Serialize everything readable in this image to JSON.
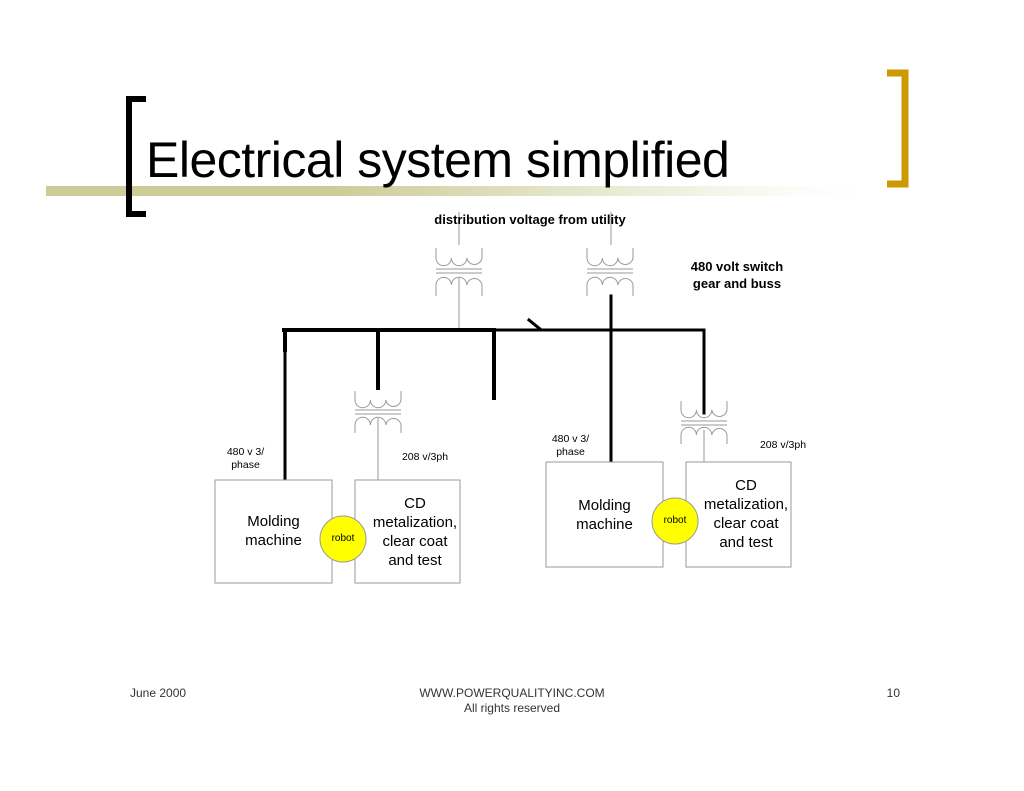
{
  "slide": {
    "title": "Electrical system simplified",
    "accent_colors": {
      "left_bracket": "#000000",
      "right_bracket": "#cc9900",
      "title_bar": "#cccc99",
      "robot_fill": "#ffff00"
    }
  },
  "diagram": {
    "labels": {
      "utility": "distribution voltage from utility",
      "switchgear_line1": "480 volt switch",
      "switchgear_line2": "gear and buss"
    },
    "lines": [
      {
        "feed_label_line1": "480 v 3/",
        "feed_label_line2": "phase",
        "transformer_label": "208 v/3ph",
        "molding_machine": [
          "Molding",
          "machine"
        ],
        "cd_station": [
          "CD",
          "metalization,",
          "clear coat",
          "and test"
        ],
        "robot": "robot"
      },
      {
        "feed_label_line1": "480 v 3/",
        "feed_label_line2": "phase",
        "transformer_label": "208 v/3ph",
        "molding_machine": [
          "Molding",
          "machine"
        ],
        "cd_station": [
          "CD",
          "metalization,",
          "clear coat",
          "and test"
        ],
        "robot": "robot"
      }
    ]
  },
  "footer": {
    "date": "June 2000",
    "website": "WWW.POWERQUALITYINC.COM",
    "rights": "All rights reserved",
    "page_number": "10"
  }
}
